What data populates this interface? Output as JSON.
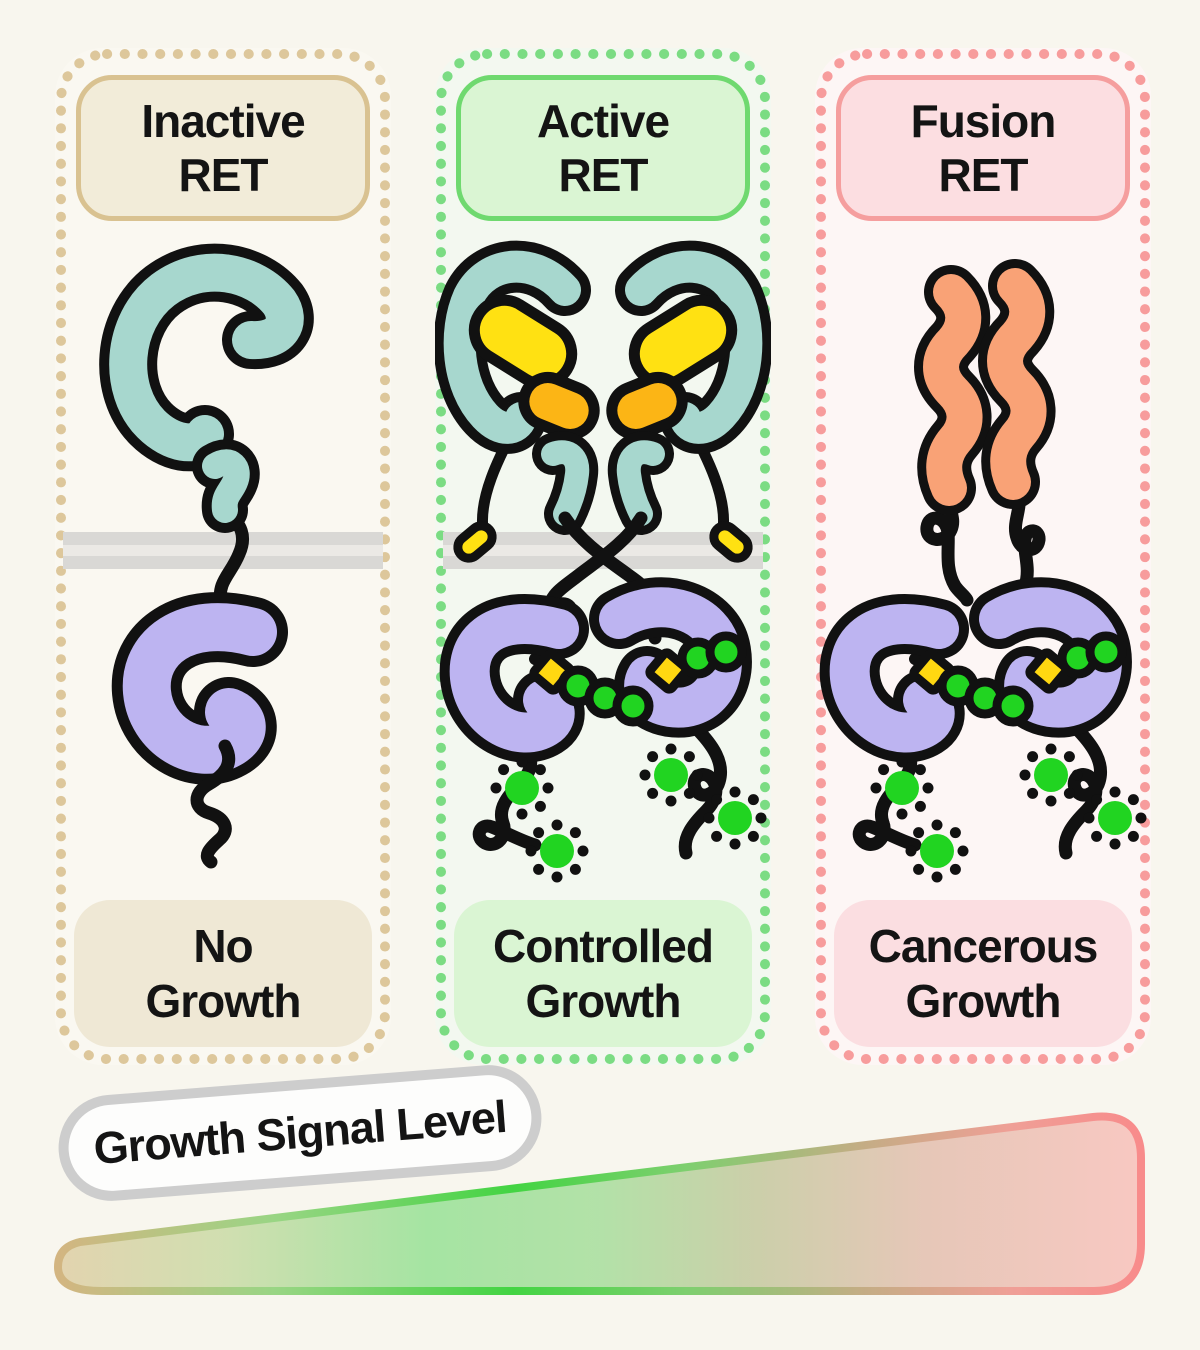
{
  "panels": [
    {
      "id": "inactive",
      "header": "Inactive\nRET",
      "footer": "No\nGrowth"
    },
    {
      "id": "active",
      "header": "Active\nRET",
      "footer": "Controlled\nGrowth"
    },
    {
      "id": "fusion",
      "header": "Fusion\nRET",
      "footer": "Cancerous\nGrowth"
    }
  ],
  "gradient_label": "Growth Signal Level",
  "colors": {
    "page_bg": "#f8f6ee",
    "panel1_bg": "#faf8f1",
    "panel2_bg": "#f3f8f0",
    "panel3_bg": "#fdf6f5",
    "text": "#141414",
    "outline": "#111111",
    "teal": "#a7d7ce",
    "purple": "#bdb4f1",
    "yellow": "#ffe112",
    "diamond_yellow": "#ffd811",
    "orange_bean": "#fcb515",
    "orange_coil": "#f9a276",
    "green_dot": "#21d421",
    "membrane_dark": "#d9d8d5",
    "membrane_light": "#ebe9e5",
    "tan_border": "#d9c291",
    "tan_fill": "#f2ecd9",
    "tan_dots": "#ddc79b",
    "tan_footer_fill": "#efe8d5",
    "green_border": "#6fd96f",
    "green_fill": "#daf5d3",
    "green_dots": "#7bdc83",
    "pink_border": "#f59e9e",
    "pink_fill": "#fcdee1",
    "pink_dots": "#f79c9c",
    "pink_footer_fill": "#fbdee1",
    "pill_border": "#cdcdcd",
    "pill_bg": "#fdfdfc",
    "wedge_fill_stops": [
      "#e0d0a8",
      "#cddcaa",
      "#9ce29a",
      "#abdfa0",
      "#c6cba2",
      "#e4c2b2",
      "#f8c3bd"
    ],
    "wedge_stroke_stops": [
      "#d3b581",
      "#99d584",
      "#43d443",
      "#7ecf6f",
      "#c3ad84",
      "#ef9f96",
      "#f88b8b"
    ]
  }
}
